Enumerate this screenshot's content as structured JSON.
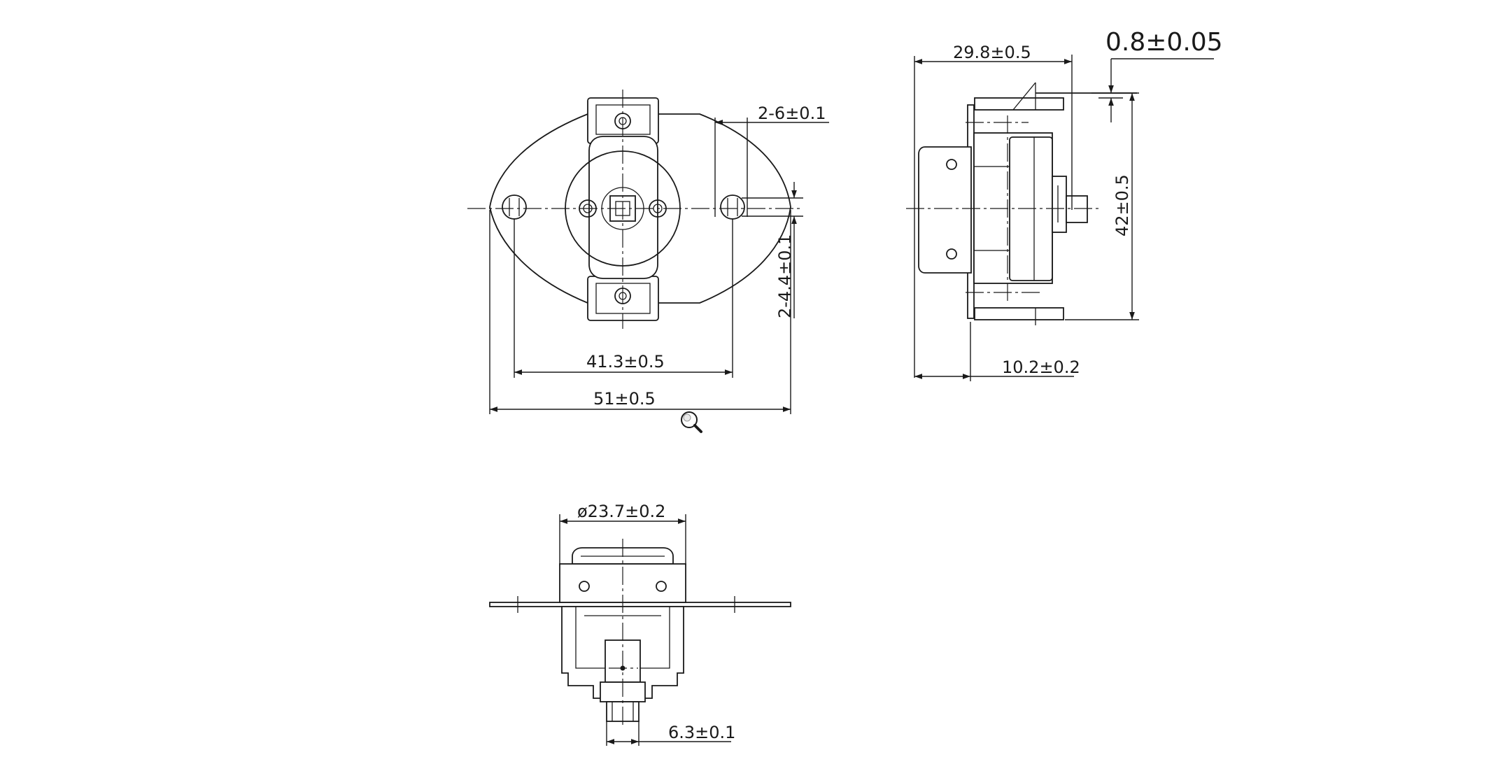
{
  "dimensions": {
    "hole_count_dia": "2-6±0.1",
    "slot_width": "2-4.4±0.1",
    "hole_spacing": "41.3±0.5",
    "overall_width": "51±0.5",
    "top_width": "29.8±0.5",
    "plate_thickness": "0.8±0.05",
    "overall_height": "42±0.5",
    "body_depth": "10.2±0.2",
    "cap_diameter": "ø23.7±0.2",
    "terminal_width": "6.3±0.1"
  },
  "icons": {
    "zoom": "magnifier-icon"
  }
}
